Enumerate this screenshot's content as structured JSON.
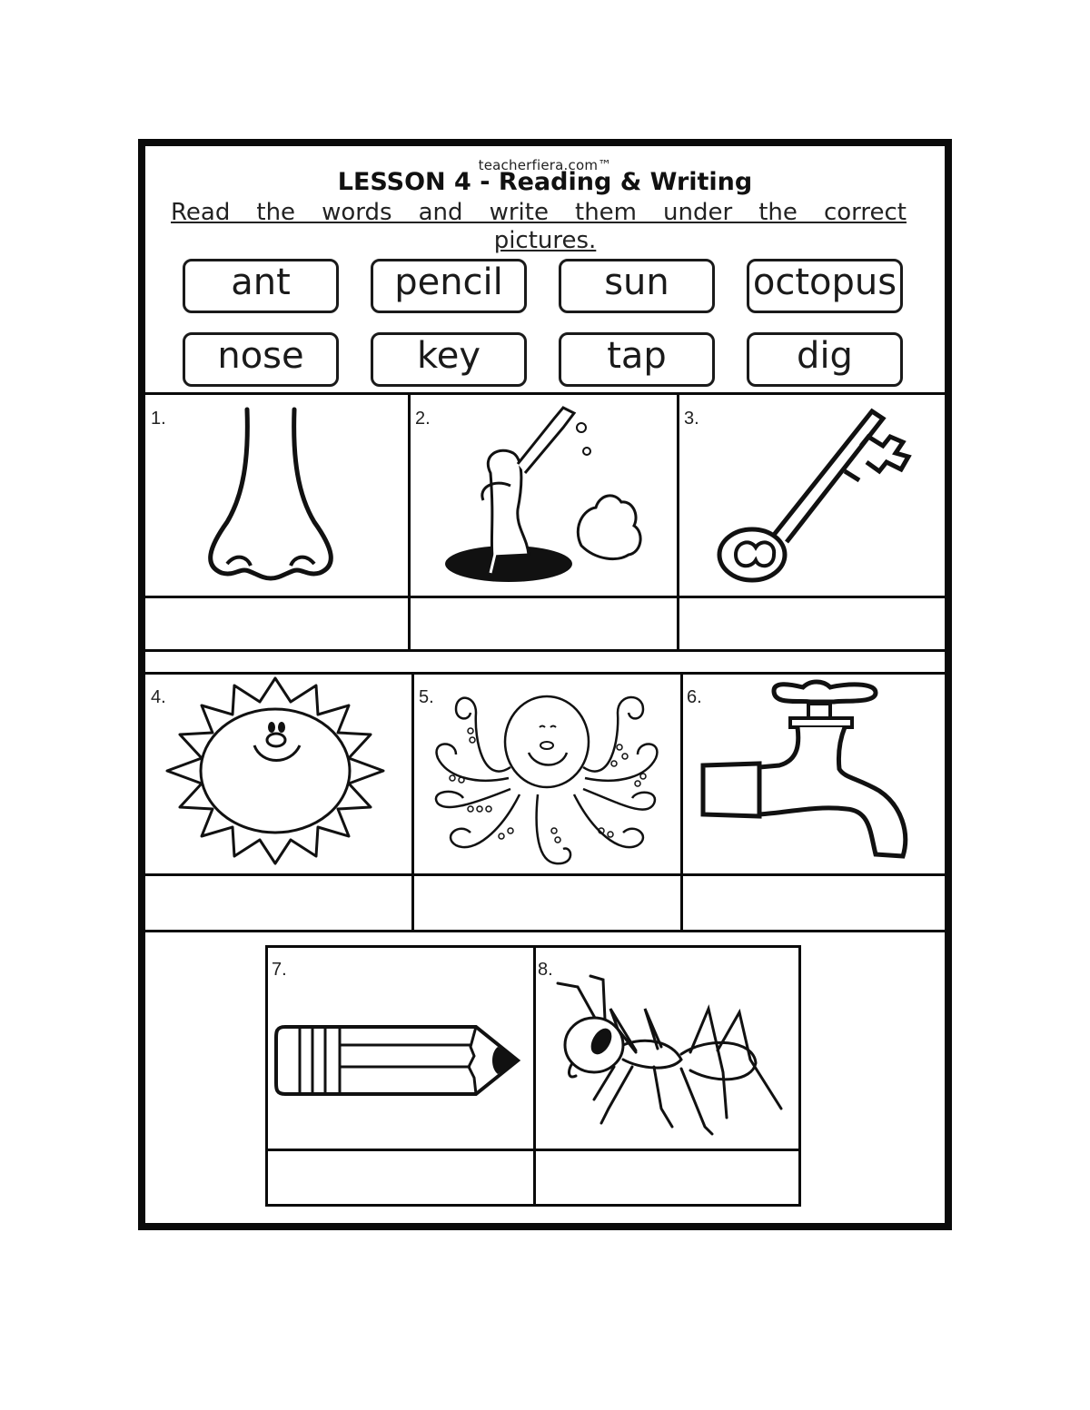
{
  "header": {
    "brand": "teacherfiera.com™",
    "title": "LESSON 4 - Reading & Writing",
    "instruction_line1": "Read the words and write them under the correct",
    "instruction_line2": "pictures."
  },
  "word_bank": {
    "row1": [
      "ant",
      "pencil",
      "sun",
      "octopus"
    ],
    "row2": [
      "nose",
      "key",
      "tap",
      "dig"
    ]
  },
  "items": [
    {
      "number": "1.",
      "picture": "nose-icon",
      "answer": ""
    },
    {
      "number": "2.",
      "picture": "dig-icon",
      "answer": ""
    },
    {
      "number": "3.",
      "picture": "key-icon",
      "answer": ""
    },
    {
      "number": "4.",
      "picture": "sun-icon",
      "answer": ""
    },
    {
      "number": "5.",
      "picture": "octopus-icon",
      "answer": ""
    },
    {
      "number": "6.",
      "picture": "tap-icon",
      "answer": ""
    },
    {
      "number": "7.",
      "picture": "pencil-icon",
      "answer": ""
    },
    {
      "number": "8.",
      "picture": "ant-icon",
      "answer": ""
    }
  ],
  "colors": {
    "ink": "#0a0a0a",
    "paper": "#ffffff"
  }
}
